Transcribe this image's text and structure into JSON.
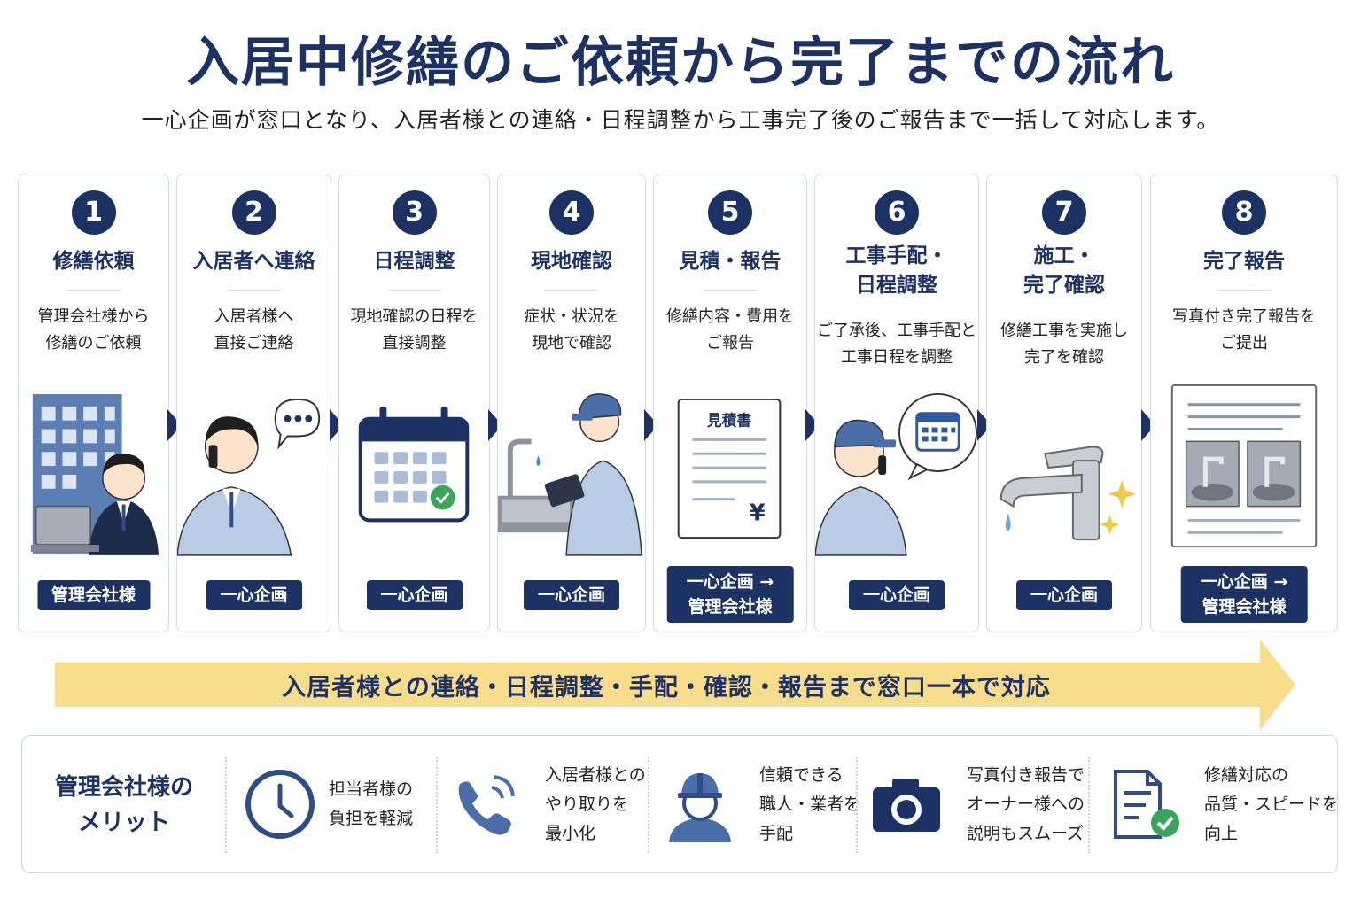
{
  "title": "入居中修繕のご依頼から完了までの流れ",
  "subtitle": "一心企画が窓口となり、入居者様との連絡・日程調整から工事完了後のご報告まで一括して対応します。",
  "steps": [
    {
      "num": "1",
      "title": [
        "修繕依頼"
      ],
      "desc": [
        "管理会社様から",
        "修繕のご依頼"
      ],
      "actor": [
        "管理会社様"
      ],
      "icon": "office-worker-illustration"
    },
    {
      "num": "2",
      "title": [
        "入居者へ連絡"
      ],
      "desc": [
        "入居者様へ",
        "直接ご連絡"
      ],
      "actor": [
        "一心企画"
      ],
      "icon": "phone-call-illustration"
    },
    {
      "num": "3",
      "title": [
        "日程調整"
      ],
      "desc": [
        "現地確認の日程を",
        "直接調整"
      ],
      "actor": [
        "一心企画"
      ],
      "icon": "calendar-illustration"
    },
    {
      "num": "4",
      "title": [
        "現地確認"
      ],
      "desc": [
        "症状・状況を",
        "現地で確認"
      ],
      "actor": [
        "一心企画"
      ],
      "icon": "site-inspection-illustration"
    },
    {
      "num": "5",
      "title": [
        "見積・報告"
      ],
      "desc": [
        "修繕内容・費用を",
        "ご報告"
      ],
      "actor": [
        "一心企画 →",
        "管理会社様"
      ],
      "icon": "estimate-document-illustration",
      "doc_label": "見積書",
      "yen": "¥"
    },
    {
      "num": "6",
      "title": [
        "工事手配・",
        "日程調整"
      ],
      "desc": [
        "ご了承後、工事手配と",
        "工事日程を調整"
      ],
      "actor": [
        "一心企画"
      ],
      "icon": "arrangement-call-illustration"
    },
    {
      "num": "7",
      "title": [
        "施工・",
        "完了確認"
      ],
      "desc": [
        "修繕工事を実施し",
        "完了を確認"
      ],
      "actor": [
        "一心企画"
      ],
      "icon": "faucet-illustration"
    },
    {
      "num": "8",
      "title": [
        "完了報告"
      ],
      "desc": [
        "写真付き完了報告を",
        "ご提出"
      ],
      "actor": [
        "一心企画 →",
        "管理会社様"
      ],
      "icon": "photo-report-illustration"
    }
  ],
  "banner": "入居者様との連絡・日程調整・手配・確認・報告まで窓口一本で対応",
  "merits": {
    "heading": [
      "管理会社様の",
      "メリット"
    ],
    "items": [
      {
        "icon": "clock-icon",
        "text": [
          "担当者様の",
          "負担を軽減"
        ]
      },
      {
        "icon": "phone-icon",
        "text": [
          "入居者様との",
          "やり取りを",
          "最小化"
        ]
      },
      {
        "icon": "worker-helmet-icon",
        "text": [
          "信頼できる",
          "職人・業者を",
          "手配"
        ]
      },
      {
        "icon": "camera-icon",
        "text": [
          "写真付き報告で",
          "オーナー様への",
          "説明もスムーズ"
        ]
      },
      {
        "icon": "checklist-icon",
        "text": [
          "修繕対応の",
          "品質・スピードを",
          "向上"
        ]
      }
    ]
  },
  "colors": {
    "navy": "#1d3264",
    "banner": "#f8dd8c",
    "icon_blue": "#4a6fa8",
    "check_green": "#3aa55a"
  }
}
